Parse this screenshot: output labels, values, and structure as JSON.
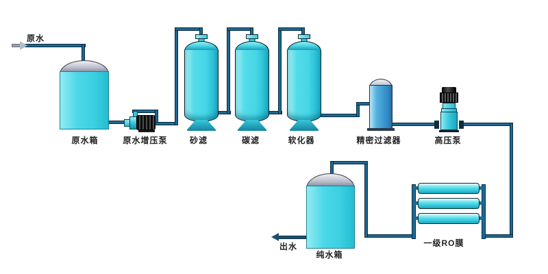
{
  "colors": {
    "pipe": "#1f6893",
    "pipe-edge": "#082a3c",
    "cyan-main": "#44d6e6",
    "cyan-light": "#a5eff5",
    "cyan-dark": "#1aa9c0",
    "filter-blue": "#2e86c1",
    "dome-gray": "#b9bdc9",
    "pump-black": "#111111",
    "label": "#222222",
    "outlet-arrow": "#1b5074",
    "inlet-arrow-gray": "#98a0ac"
  },
  "inlet": {
    "label": "原水",
    "direction": "right"
  },
  "outlet": {
    "label": "出水",
    "direction": "left"
  },
  "components": {
    "raw_water_tank": {
      "label": "原水箱",
      "type": "storage-tank"
    },
    "booster_pump": {
      "label": "原水增压泵",
      "type": "horizontal-pump"
    },
    "sand_filter": {
      "label": "砂滤",
      "type": "filter-vessel"
    },
    "carbon_filter": {
      "label": "碳滤",
      "type": "filter-vessel"
    },
    "softener": {
      "label": "软化器",
      "type": "filter-vessel"
    },
    "precision_filter": {
      "label": "精密过滤器",
      "type": "cartridge-filter"
    },
    "high_pressure_pump": {
      "label": "高压泵",
      "type": "vertical-pump"
    },
    "ro_membrane": {
      "label": "一级RO膜",
      "type": "membrane-bank",
      "tube_count": 3
    },
    "pure_water_tank": {
      "label": "纯水箱",
      "type": "storage-tank"
    }
  }
}
